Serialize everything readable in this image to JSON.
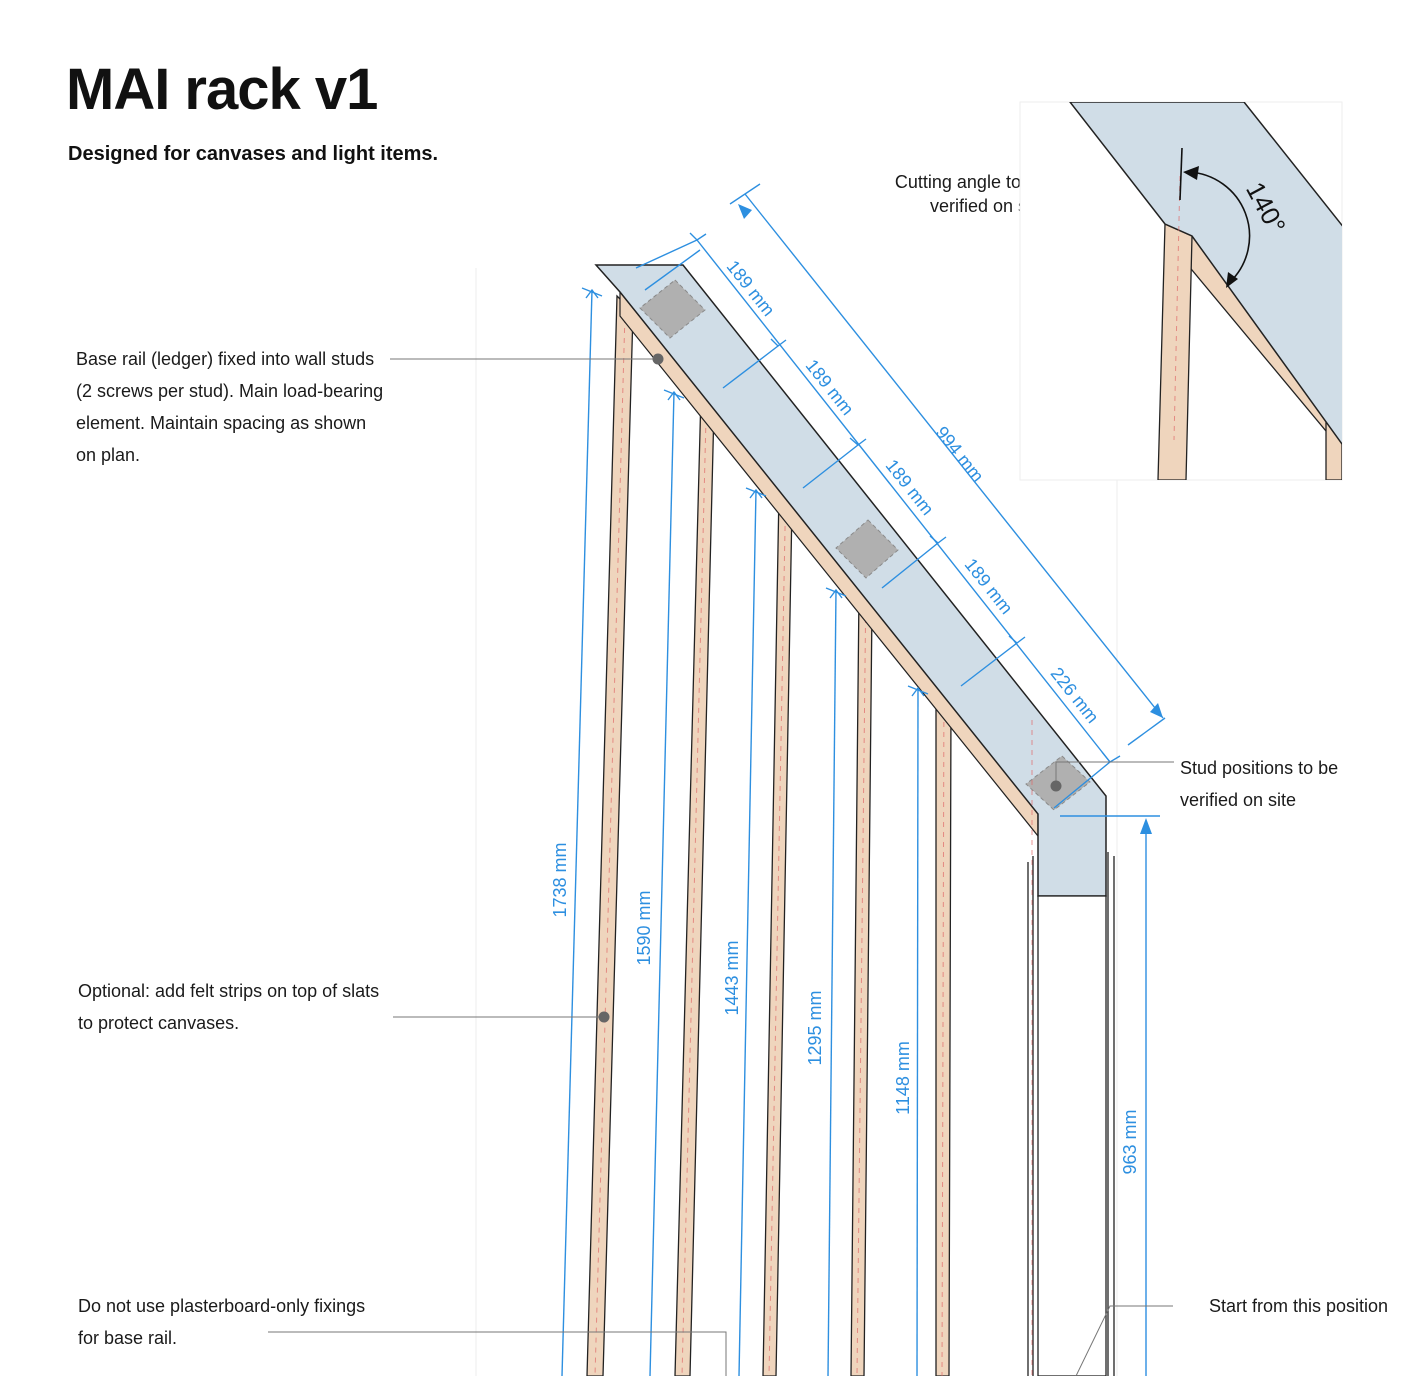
{
  "title": "MAI rack v1",
  "subtitle": "Designed for canvases and light items.",
  "notes": {
    "base_rail": "Base rail (ledger) fixed into wall studs (2 screws per stud). Main load-bearing element. Maintain spacing as shown on plan.",
    "felt": "Optional: add felt strips on top of slats to protect canvases.",
    "plasterboard": "Do not use plasterboard-only fixings for base rail.",
    "stud_positions": "Stud positions to be verified on site",
    "start_position": "Start from this position",
    "cutting_angle": "Cutting angle to be verified on site"
  },
  "dimensions": {
    "rail_segments": [
      "189 mm",
      "189 mm",
      "189 mm",
      "189 mm",
      "226 mm"
    ],
    "rail_total": "994 mm",
    "slat_heights": [
      "1738 mm",
      "1590 mm",
      "1443 mm",
      "1295 mm",
      "1148 mm"
    ],
    "post_height": "963 mm",
    "cut_angle": "140°"
  },
  "colors": {
    "rail_fill": "#d0dde7",
    "slat_fill": "#efd5bd",
    "dimension": "#2d8fe0",
    "block_fill": "#b0b0b0"
  }
}
